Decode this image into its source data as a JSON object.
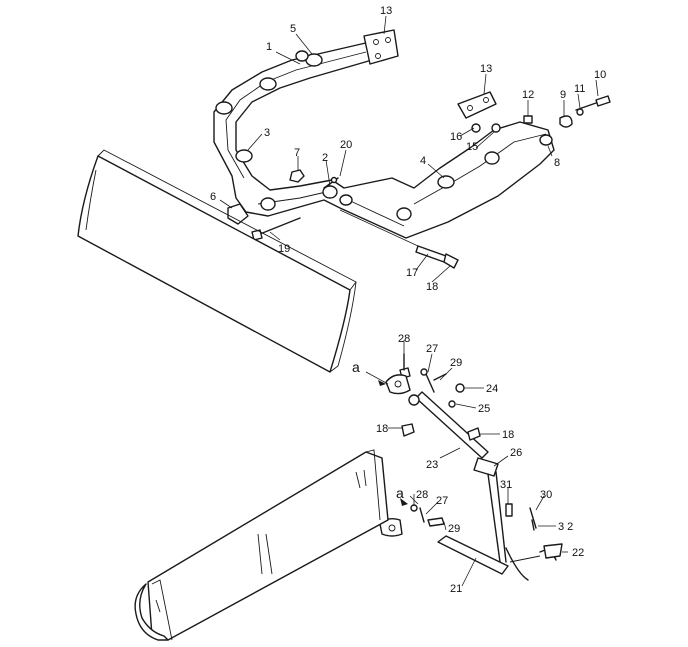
{
  "callouts": {
    "c1": "1",
    "c2": "2",
    "c3": "3",
    "c4": "4",
    "c5": "5",
    "c6": "6",
    "c7": "7",
    "c8": "8",
    "c9": "9",
    "c10": "10",
    "c11": "11",
    "c12": "12",
    "c13a": "13",
    "c13b": "13",
    "c15": "15",
    "c16": "16",
    "c17": "17",
    "c18a": "18",
    "c19": "19",
    "c20": "20",
    "c28a": "28",
    "c27a": "27",
    "c29a": "29",
    "c24": "24",
    "c25": "25",
    "c18b": "18",
    "c18c": "18",
    "c23": "23",
    "c26": "26",
    "c31": "31",
    "c30": "30",
    "c28b": "28",
    "c27b": "27",
    "c29b": "29",
    "c32": "3 2",
    "c22": "22",
    "c21": "21"
  },
  "markers": {
    "a_top": "a",
    "a_bottom": "a"
  },
  "colors": {
    "line": "#1a1a1a",
    "background": "#ffffff"
  }
}
